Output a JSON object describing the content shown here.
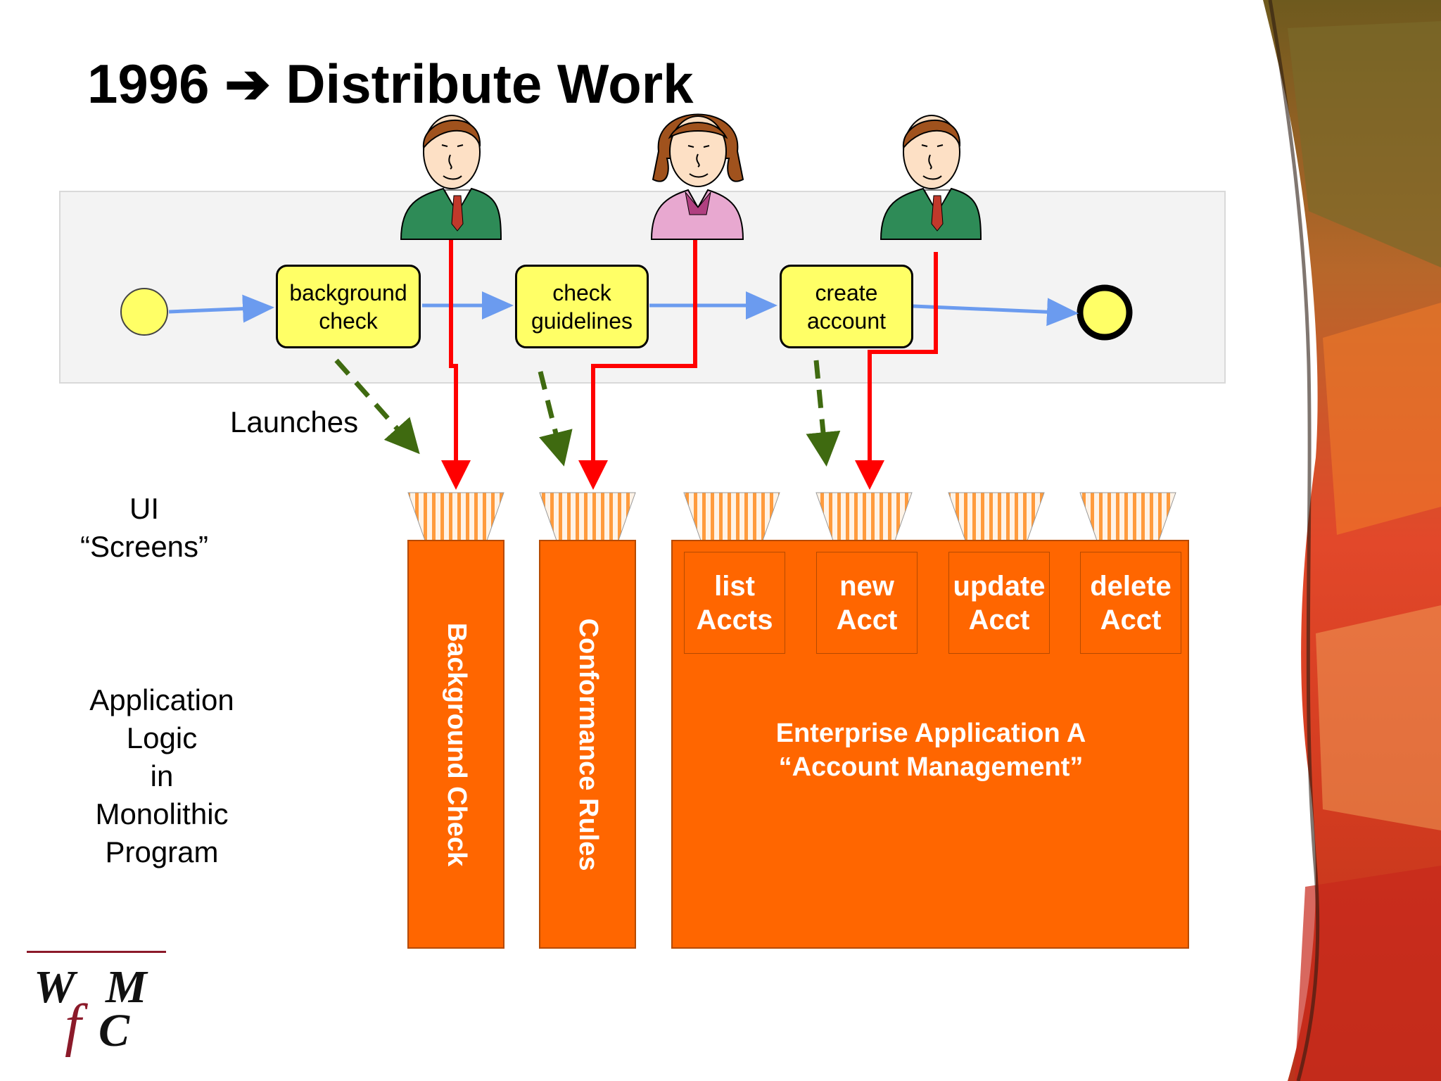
{
  "slide": {
    "title": "1996 ➔ Distribute Work",
    "launches_label": "Launches",
    "ui_label": "UI\n“Screens”",
    "logic_label": "Application\nLogic\nin\nMonolithic\nProgram"
  },
  "process": {
    "tasks": [
      {
        "label": "background\ncheck"
      },
      {
        "label": "check\nguidelines"
      },
      {
        "label": "create\naccount"
      }
    ]
  },
  "apps": {
    "background_check": "Background Check",
    "conformance_rules": "Conformance Rules",
    "enterprise_title": "Enterprise Application A\n“Account Management”",
    "screens": [
      {
        "label": "list\nAccts"
      },
      {
        "label": "new\nAcct"
      },
      {
        "label": "update\nAcct"
      },
      {
        "label": "delete\nAcct"
      }
    ]
  },
  "colors": {
    "app_orange": "#ff6600",
    "task_yellow": "#ffff66",
    "flow_blue": "#6b9bef",
    "assign_red": "#ff0000",
    "launch_green": "#3f6a10",
    "lane_grey": "#f3f3f3"
  },
  "icons": [
    "man-worker-icon",
    "woman-worker-icon",
    "man-worker-icon",
    "wfmc-logo"
  ]
}
